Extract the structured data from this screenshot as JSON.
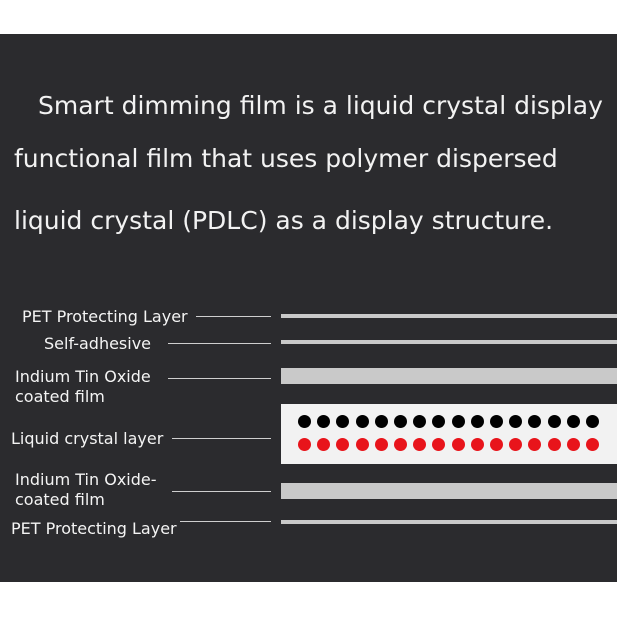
{
  "intro": {
    "line1": "Smart dimming film is a liquid crystal display",
    "line2": "functional film that uses polymer dispersed",
    "line3": "liquid crystal (PDLC) as a display structure."
  },
  "layers": [
    {
      "label": "PET Protecting Layer"
    },
    {
      "label": "Self-adhesive"
    },
    {
      "label_line1": "Indium Tin Oxide",
      "label_line2": "coated film"
    },
    {
      "label": "Liquid crystal layer"
    },
    {
      "label_line1": "Indium Tin Oxide-",
      "label_line2": "coated film"
    },
    {
      "label": "PET Protecting Layer"
    }
  ],
  "liquid_crystal": {
    "dots_per_row": 16,
    "row_colors": [
      "#000000",
      "#e8141b"
    ]
  }
}
